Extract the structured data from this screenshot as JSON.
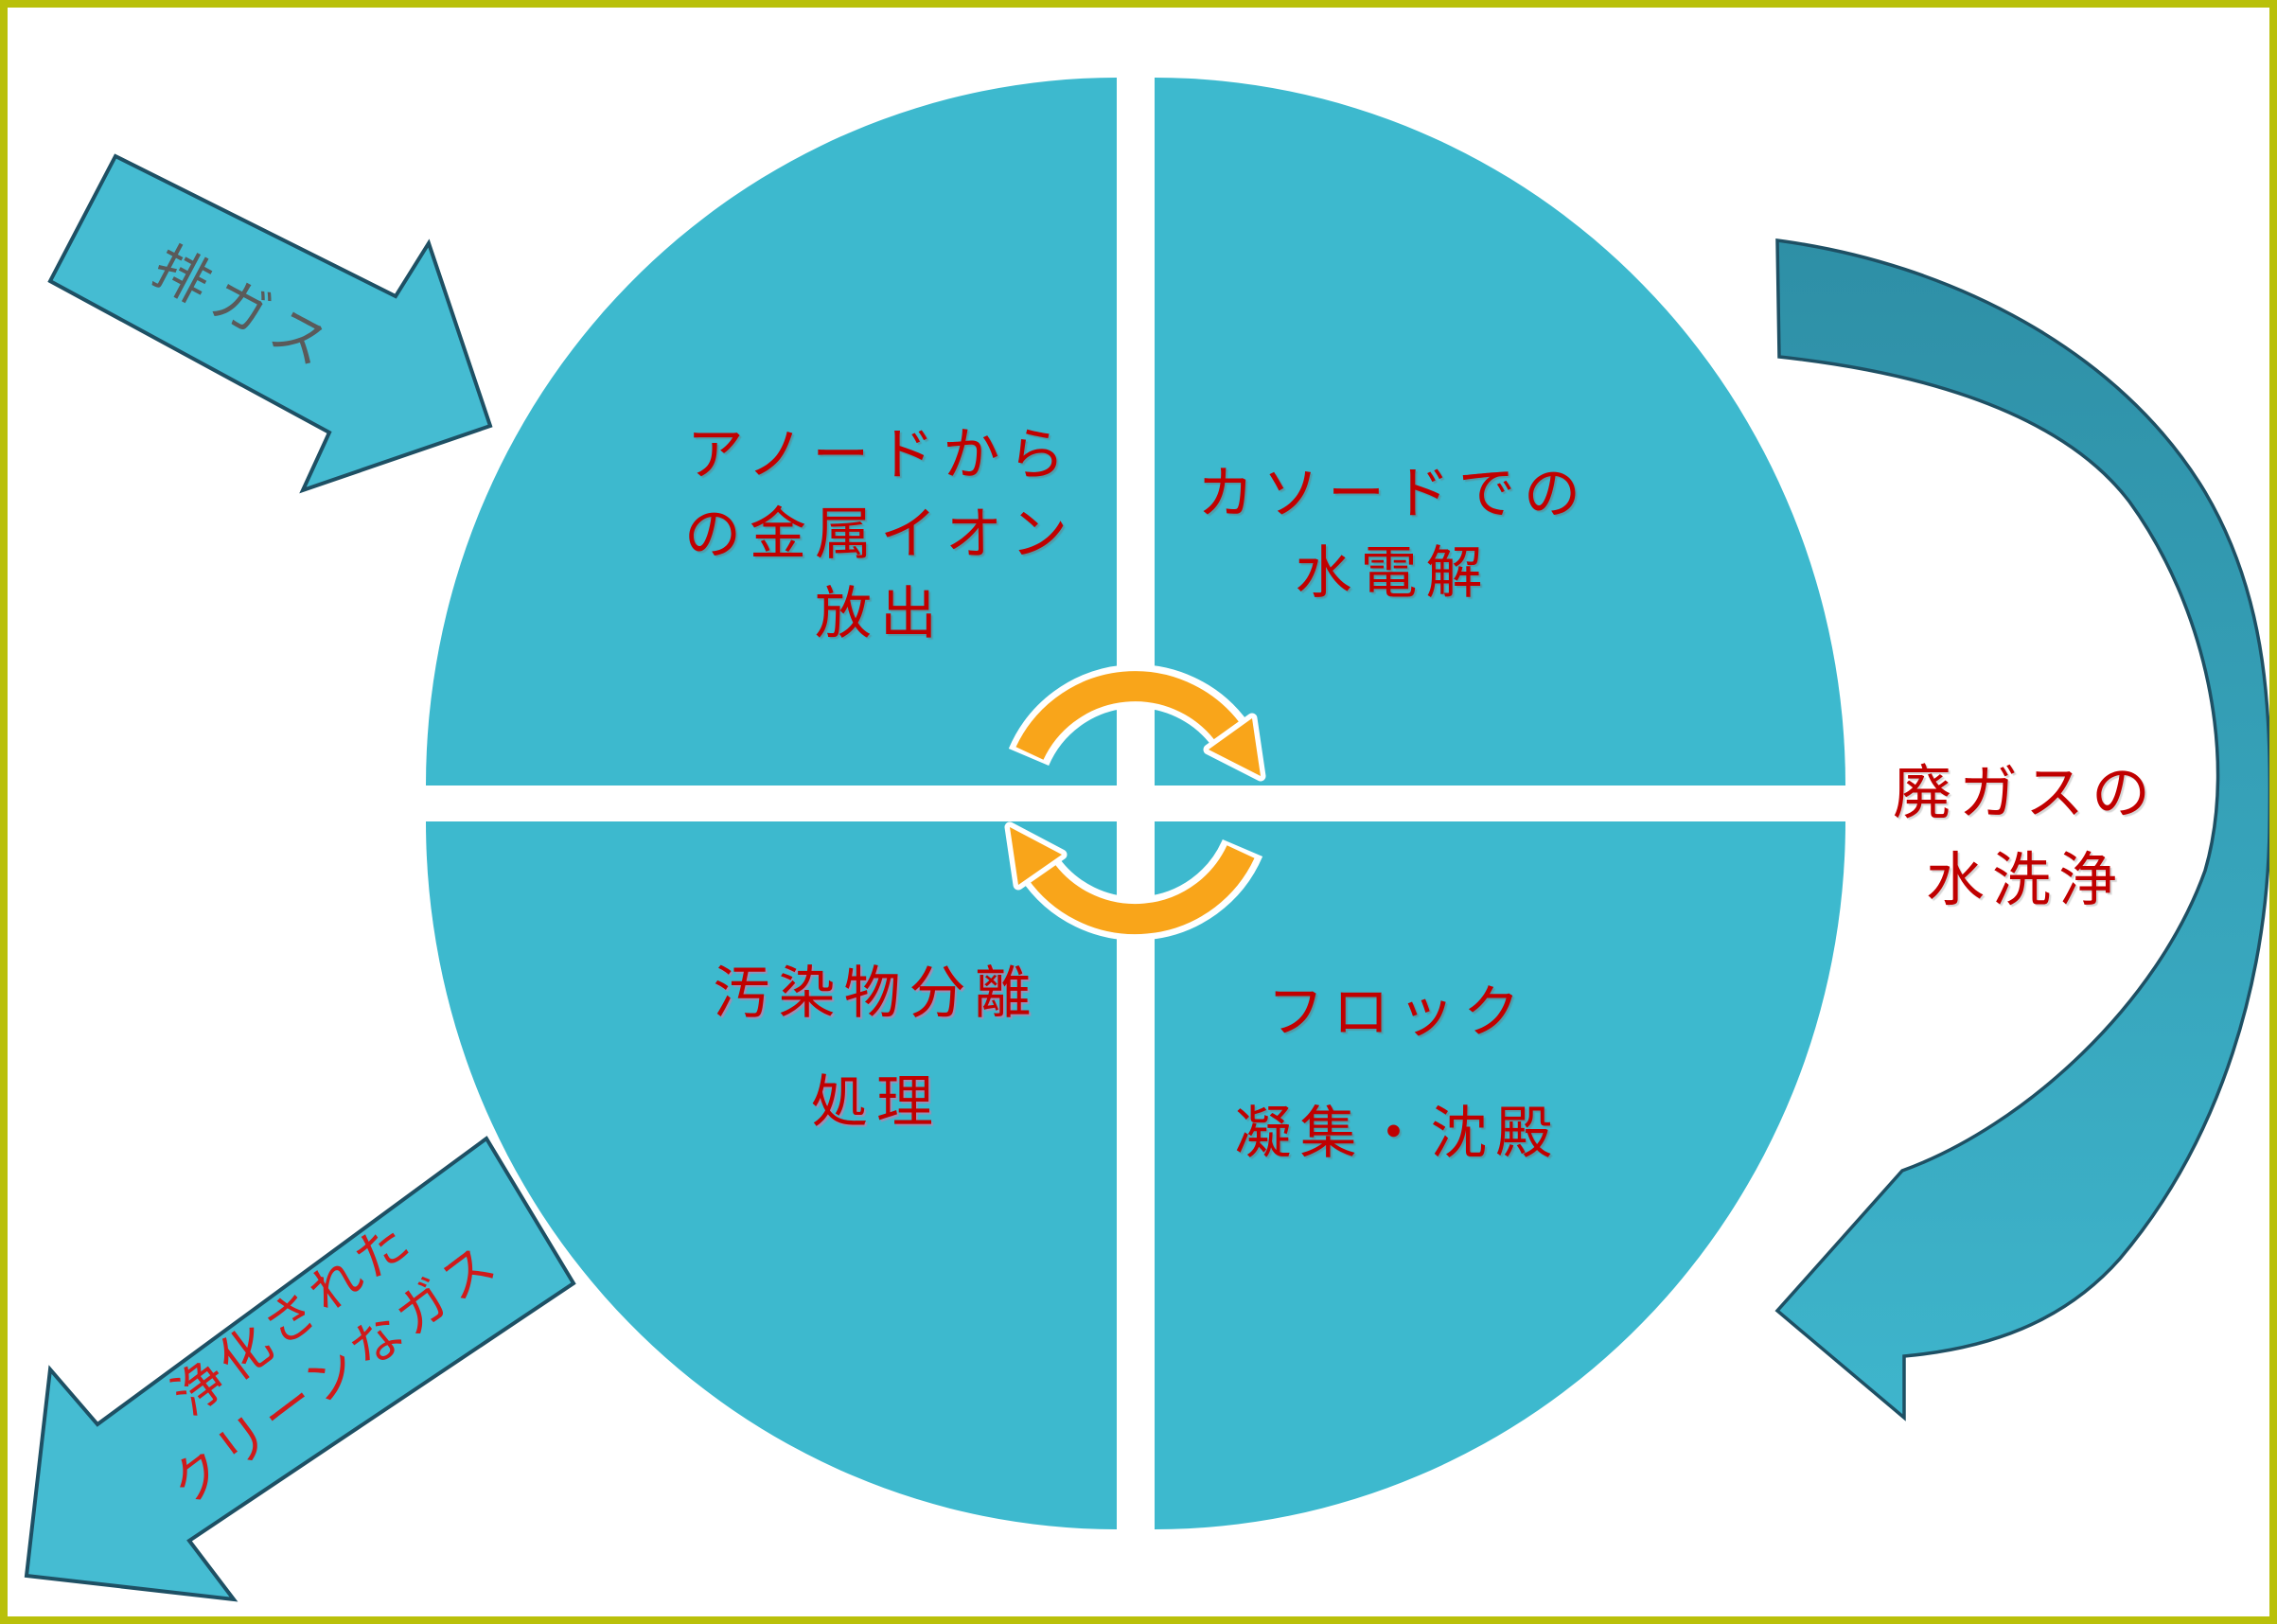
{
  "colors": {
    "background": "#FFFFFF",
    "border": "#B9C00A",
    "quadrant": "#3DB9CE",
    "block_arrow": "#45BCD2",
    "shape_outline": "#1E5064",
    "curved_arrow_top": "#2E8FA6",
    "curved_arrow_bottom": "#3EB5CC",
    "cycle_arrow": "#F9A51A",
    "cycle_arrow_outline": "#FFFFFF",
    "quadrant_text": "#C00000",
    "side_text": "#C00000",
    "inlet_arrow_text": "#5A5A5A",
    "outlet_arrow_text": "#CF1A1A"
  },
  "diagram": {
    "quadrants": {
      "top_left": {
        "lines": [
          "アノードから",
          "の金属イオン",
          "放出"
        ]
      },
      "top_right": {
        "lines": [
          "カソードでの",
          "水電解"
        ]
      },
      "bottom_left": {
        "lines": [
          "汚染物分離",
          "処理"
        ]
      },
      "bottom_right": {
        "lines": [
          "フロック",
          "凝集・沈殿"
        ]
      }
    },
    "labels": {
      "inlet_arrow": "排ガス",
      "right_side": {
        "lines": [
          "廃ガスの",
          "水洗浄"
        ]
      },
      "outlet_arrow": {
        "lines": [
          "浄化された",
          "クリーンなガス"
        ]
      }
    }
  }
}
